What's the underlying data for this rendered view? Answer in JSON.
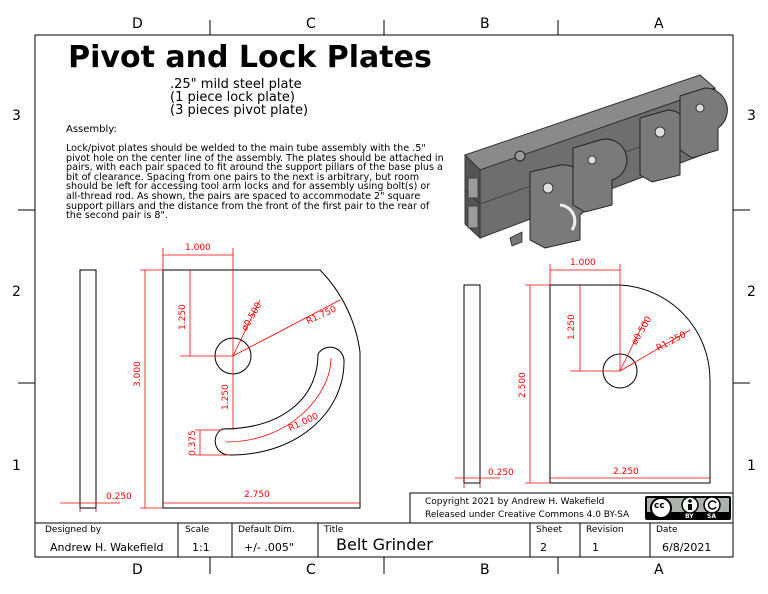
{
  "zones": {
    "top": [
      "D",
      "C",
      "B",
      "A"
    ],
    "bottom": [
      "D",
      "C",
      "B",
      "A"
    ],
    "left": [
      "3",
      "2",
      "1"
    ],
    "right": [
      "3",
      "2",
      "1"
    ]
  },
  "heading": {
    "title": "Pivot and Lock Plates",
    "material": ".25\" mild steel plate",
    "qty_lock": "(1 piece lock plate)",
    "qty_pivot": "(3 pieces pivot plate)"
  },
  "assembly": {
    "heading": "Assembly:",
    "text": "Lock/pivot plates should be welded to the main tube assembly with the .5\" pivot hole on the center line of the assembly. The plates should be attached in pairs, with each pair spaced to fit around the support pillars of the base plus a bit of clearance. Spacing from one pairs to the next is arbitrary, but room should be left for accessing tool arm locks and for assembly using bolt(s) or all-thread rod. As shown, the pairs are spaced to accommodate 2\" square support pillars and the distance from the front of the first pair to the rear of the second pair is 8\"."
  },
  "lock_plate_dims": {
    "hole_offset_x": "1.000",
    "hole_offset_y": "1.250",
    "hole_dia": "ø0.500",
    "outer_radius": "R1.750",
    "height": "3.000",
    "slot_offset": "1.250",
    "slot_width": "0.375",
    "slot_radius": "R1.000",
    "width": "2.750",
    "thickness": "0.250"
  },
  "pivot_plate_dims": {
    "hole_offset_x": "1.000",
    "hole_offset_y": "1.250",
    "hole_dia": "ø0.500",
    "outer_radius": "R1.250",
    "height": "2.500",
    "width": "2.250",
    "thickness": "0.250"
  },
  "copyright": {
    "line1": "Copyright   2021    by Andrew H. Wakefield",
    "line2": "Released under Creative Commons 4.0 BY-SA",
    "badge_cc": "cc",
    "badge_by": "BY",
    "badge_sa": "SA"
  },
  "title_block": {
    "designed_by_label": "Designed by",
    "designed_by": "Andrew H. Wakefield",
    "scale_label": "Scale",
    "scale": "1:1",
    "default_dim_label": "Default Dim.",
    "default_dim": "+/- .005\"",
    "title_label": "Title",
    "title": "Belt Grinder",
    "sheet_label": "Sheet",
    "sheet": "2",
    "revision_label": "Revision",
    "revision": "1",
    "date_label": "Date",
    "date": "6/8/2021"
  },
  "colors": {
    "dimension": "#ff0000",
    "outline": "#000000",
    "render_steel": "#6e6e6e"
  }
}
